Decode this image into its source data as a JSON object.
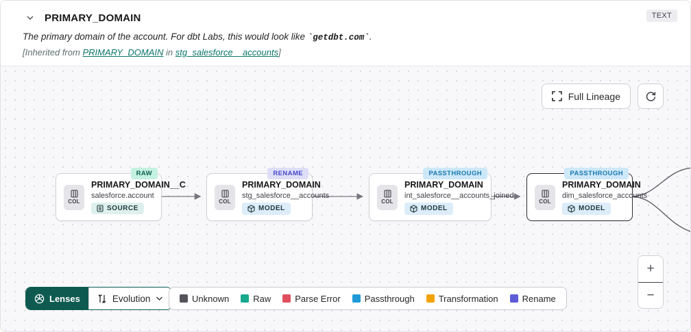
{
  "header": {
    "title": "PRIMARY_DOMAIN",
    "type_badge": "TEXT",
    "description_prefix": "The primary domain of the account. For dbt Labs, this would look like ",
    "description_code": "`getdbt.com`",
    "description_suffix": ".",
    "inherited_prefix": "[Inherited from ",
    "inherited_link_column": "PRIMARY_DOMAIN",
    "inherited_middle": " in ",
    "inherited_link_model": "stg_salesforce__accounts",
    "inherited_suffix": "]"
  },
  "canvas": {
    "toolbar": {
      "full_lineage": "Full Lineage"
    },
    "nodes": [
      {
        "badge": "RAW",
        "badge_bg": "#c4f1e1",
        "badge_fg": "#0e6050",
        "col_label": "COL",
        "title": "PRIMARY_DOMAIN__C",
        "subtitle": "salesforce.account",
        "resource": "SOURCE",
        "resource_bg": "#def0ee"
      },
      {
        "badge": "RENAME",
        "badge_bg": "#dedef9",
        "badge_fg": "#4848c8",
        "col_label": "COL",
        "title": "PRIMARY_DOMAIN",
        "subtitle": "stg_salesforce__accounts",
        "resource": "MODEL",
        "resource_bg": "#dcecf9"
      },
      {
        "badge": "PASSTHROUGH",
        "badge_bg": "#cde8f9",
        "badge_fg": "#1879ae",
        "col_label": "COL",
        "title": "PRIMARY_DOMAIN",
        "subtitle": "int_salesforce__accounts_joined",
        "resource": "MODEL",
        "resource_bg": "#dcecf9"
      },
      {
        "badge": "PASSTHROUGH",
        "badge_bg": "#cde8f9",
        "badge_fg": "#1879ae",
        "col_label": "COL",
        "title": "PRIMARY_DOMAIN",
        "subtitle": "dim_salesforce_accounts",
        "resource": "MODEL",
        "resource_bg": "#dcecf9"
      }
    ]
  },
  "footer": {
    "lenses_label": "Lenses",
    "lens_selected": "Evolution",
    "legend": [
      {
        "label": "Unknown",
        "color": "#54545c"
      },
      {
        "label": "Raw",
        "color": "#17a88e"
      },
      {
        "label": "Parse Error",
        "color": "#e04f5e"
      },
      {
        "label": "Passthrough",
        "color": "#1f9ad6"
      },
      {
        "label": "Transformation",
        "color": "#f0a30a"
      },
      {
        "label": "Rename",
        "color": "#5c5cd6"
      }
    ],
    "zoom_in": "+",
    "zoom_out": "−"
  }
}
